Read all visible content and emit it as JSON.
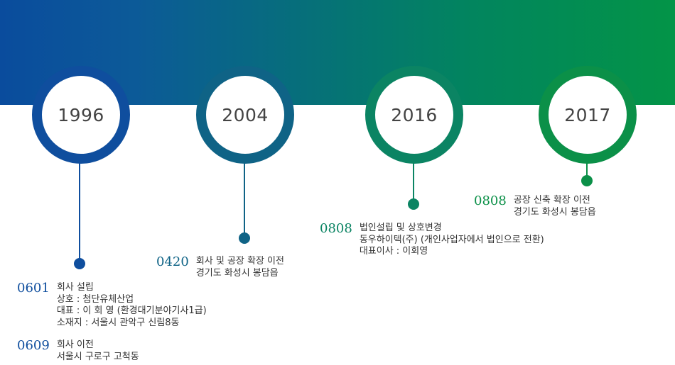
{
  "colors": {
    "blue": "#0f4e9e",
    "teal": "#0f6386",
    "green": "#0b8463",
    "bright_green": "#0b9048"
  },
  "timeline": [
    {
      "year": "1996",
      "events": [
        {
          "date": "0601",
          "lines": [
            "회사 설립",
            "상호 : 첨단유체산업",
            "대표 : 이 회 영 (환경대기분야기사1급)",
            "소재지 : 서울시 관악구 신림8동"
          ]
        },
        {
          "date": "0609",
          "lines": [
            "회사 이전",
            "서울시 구로구 고척동"
          ]
        }
      ]
    },
    {
      "year": "2004",
      "events": [
        {
          "date": "0420",
          "lines": [
            "회사 및 공장 확장 이전",
            "경기도 화성시 봉담읍"
          ]
        }
      ]
    },
    {
      "year": "2016",
      "events": [
        {
          "date": "0808",
          "lines": [
            "법인설립 및 상호변경",
            "동우하이텍(주) (개인사업자에서 법인으로 전환)",
            "대표이사 : 이회영"
          ]
        }
      ]
    },
    {
      "year": "2017",
      "events": [
        {
          "date": "0808",
          "lines": [
            "공장 신축 확장 이전",
            "경기도 화성시 봉담읍"
          ]
        }
      ]
    }
  ]
}
